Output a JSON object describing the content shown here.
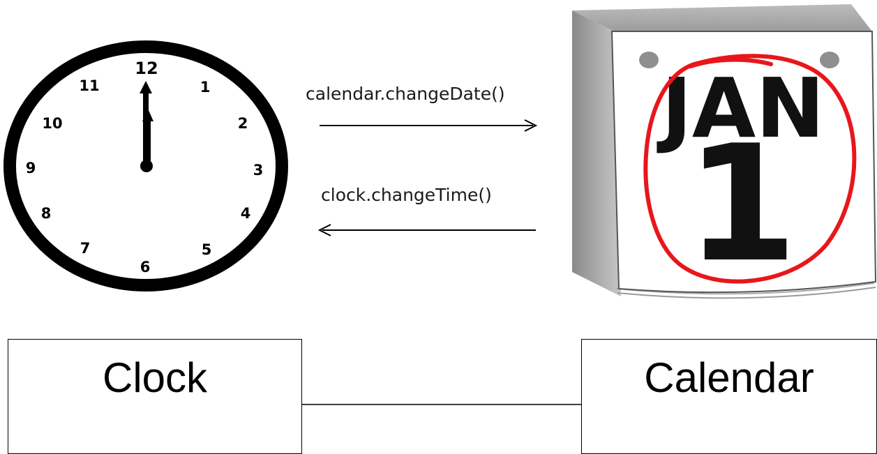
{
  "illustration": {
    "clock": {
      "numerals": [
        "12",
        "1",
        "2",
        "3",
        "4",
        "5",
        "6",
        "7",
        "8",
        "9",
        "10",
        "11"
      ],
      "time_shown": "12:00"
    },
    "calendar": {
      "month": "JAN",
      "day": "1",
      "circle_color": "#e8161b"
    }
  },
  "messages": {
    "to_calendar": "calendar.changeDate()",
    "to_clock": "clock.changeTime()"
  },
  "uml": {
    "clock_class": "Clock",
    "calendar_class": "Calendar"
  }
}
